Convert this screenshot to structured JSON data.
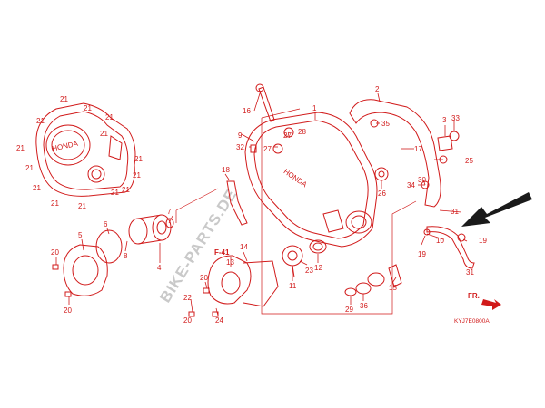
{
  "diagram": {
    "parts_code": "KYJ7E0800A",
    "watermark": "BIKE-PARTS.DE",
    "direction_label": "FR.",
    "cover_logo": "HONDA",
    "callouts": {
      "n1": "1",
      "n2": "2",
      "n3": "3",
      "n4": "4",
      "n5": "5",
      "n6": "6",
      "n7": "7",
      "n8": "8",
      "n9": "9",
      "n10": "10",
      "n11": "11",
      "n12": "12",
      "n13": "13",
      "n14": "14",
      "n15": "15",
      "n16": "16",
      "n17": "17",
      "n18": "18",
      "n19a": "19",
      "n19b": "19",
      "n20a": "20",
      "n20b": "20",
      "n20c": "20",
      "n20d": "20",
      "n21a": "21",
      "n21b": "21",
      "n21c": "21",
      "n21d": "21",
      "n21e": "21",
      "n21f": "21",
      "n21g": "21",
      "n21h": "21",
      "n21i": "21",
      "n21j": "21",
      "n21k": "21",
      "n21l": "21",
      "n21m": "21",
      "n21n": "21",
      "n22": "22",
      "n23": "23",
      "n24": "24",
      "n25": "25",
      "n26": "26",
      "n27a": "27",
      "n27b": "27",
      "n28": "28",
      "n29": "29",
      "n30": "30",
      "n31a": "31",
      "n31b": "31",
      "n32": "32",
      "n33": "33",
      "n34": "34",
      "n35": "35",
      "n36": "36",
      "nf41": "F-41"
    },
    "colors": {
      "line": "#d11a1a",
      "watermark": "#c9c9c9",
      "arrow": "#1a1a1a"
    }
  }
}
